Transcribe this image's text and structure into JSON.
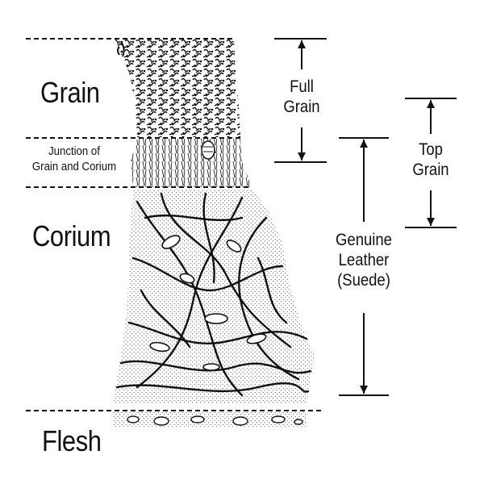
{
  "layers": {
    "grain": "Grain",
    "junction": [
      "Junction of",
      "Grain and Corium"
    ],
    "corium": "Corium",
    "flesh": "Flesh"
  },
  "ranges": {
    "full_grain": [
      "Full",
      "Grain"
    ],
    "top_grain": [
      "Top",
      "Grain"
    ],
    "genuine_leather": [
      "Genuine",
      "Leather",
      "(Suede)"
    ]
  }
}
